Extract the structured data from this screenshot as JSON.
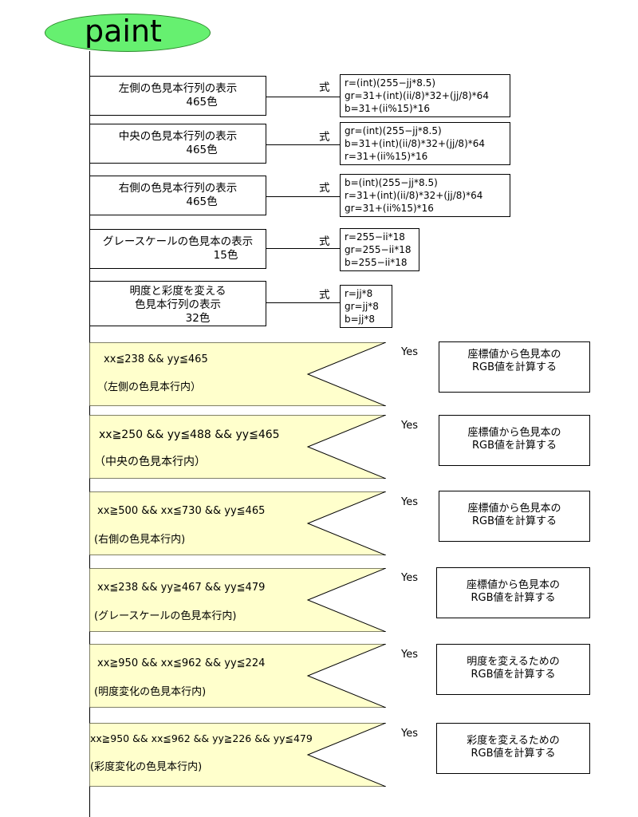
{
  "title": "paint",
  "shiki_label": "式",
  "yes_label": "Yes",
  "processes": [
    {
      "line1": "左側の色見本行列の表示",
      "line2": "465色",
      "line3": "",
      "formula": [
        "r=(int)(255−jj*8.5)",
        "gr=31+(int)(ii/8)*32+(jj/8)*64",
        "b=31+(ii%15)*16"
      ]
    },
    {
      "line1": "中央の色見本行列の表示",
      "line2": "465色",
      "line3": "",
      "formula": [
        "gr=(int)(255−jj*8.5)",
        "b=31+(int)(ii/8)*32+(jj/8)*64",
        "r=31+(ii%15)*16"
      ]
    },
    {
      "line1": "右側の色見本行列の表示",
      "line2": "465色",
      "line3": "",
      "formula": [
        "b=(int)(255−jj*8.5)",
        "r=31+(int)(ii/8)*32+(jj/8)*64",
        "gr=31+(ii%15)*16"
      ]
    },
    {
      "line1": "グレースケールの色見本の表示",
      "line2": "15色",
      "line3": "",
      "formula": [
        "r=255−ii*18",
        "gr=255−ii*18",
        "b=255−ii*18"
      ]
    },
    {
      "line1": "明度と彩度を変える",
      "line2": "色見本行列の表示",
      "line3": "32色",
      "formula": [
        "r=jj*8",
        "gr=jj*8",
        "b=jj*8"
      ]
    }
  ],
  "decisions": [
    {
      "condition": "xx≦238 && yy≦465",
      "note": "（左側の色見本行内）",
      "action": [
        "座標値から色見本の",
        "RGB値を計算する"
      ]
    },
    {
      "condition": "xx≧250 && yy≦488 && yy≦465",
      "note": "（中央の色見本行内）",
      "action": [
        "座標値から色見本の",
        "RGB値を計算する"
      ]
    },
    {
      "condition": "xx≧500 && xx≦730 && yy≦465",
      "note": "(右側の色見本行内)",
      "action": [
        "座標値から色見本の",
        "RGB値を計算する"
      ]
    },
    {
      "condition": "xx≦238 && yy≧467 && yy≦479",
      "note": "(グレースケールの色見本行内)",
      "action": [
        "座標値から色見本の",
        "RGB値を計算する"
      ]
    },
    {
      "condition": "xx≧950 && xx≦962 && yy≦224",
      "note": "(明度変化の色見本行内)",
      "action": [
        "明度を変えるための",
        "RGB値を計算する"
      ]
    },
    {
      "condition": "xx≧950 && xx≦962 && yy≧226 && yy≦479",
      "note": "(彩度変化の色見本行内)",
      "action": [
        "彩度を変えるための",
        "RGB値を計算する"
      ]
    }
  ],
  "colors": {
    "title_fill": "#66f070",
    "decision_fill": "#ffffcc"
  }
}
